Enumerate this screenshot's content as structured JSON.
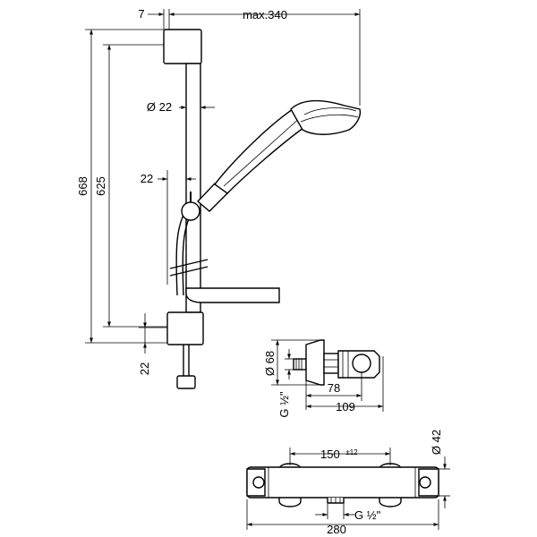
{
  "drawing": {
    "dims": {
      "top_left": "7",
      "top_width": "max.340",
      "pipe_diameter": "Ø 22",
      "height_outer": "668",
      "height_inner": "625",
      "slider_offset": "22",
      "bottom_offset": "22",
      "body_diameter": "Ø 68",
      "thread_left": "G ½\"",
      "len_78": "78",
      "len_109": "109",
      "center_dist": "150",
      "center_tol": "±12",
      "thermo_diameter": "Ø 42",
      "total_width": "280",
      "thread_bottom": "G ½\""
    }
  }
}
